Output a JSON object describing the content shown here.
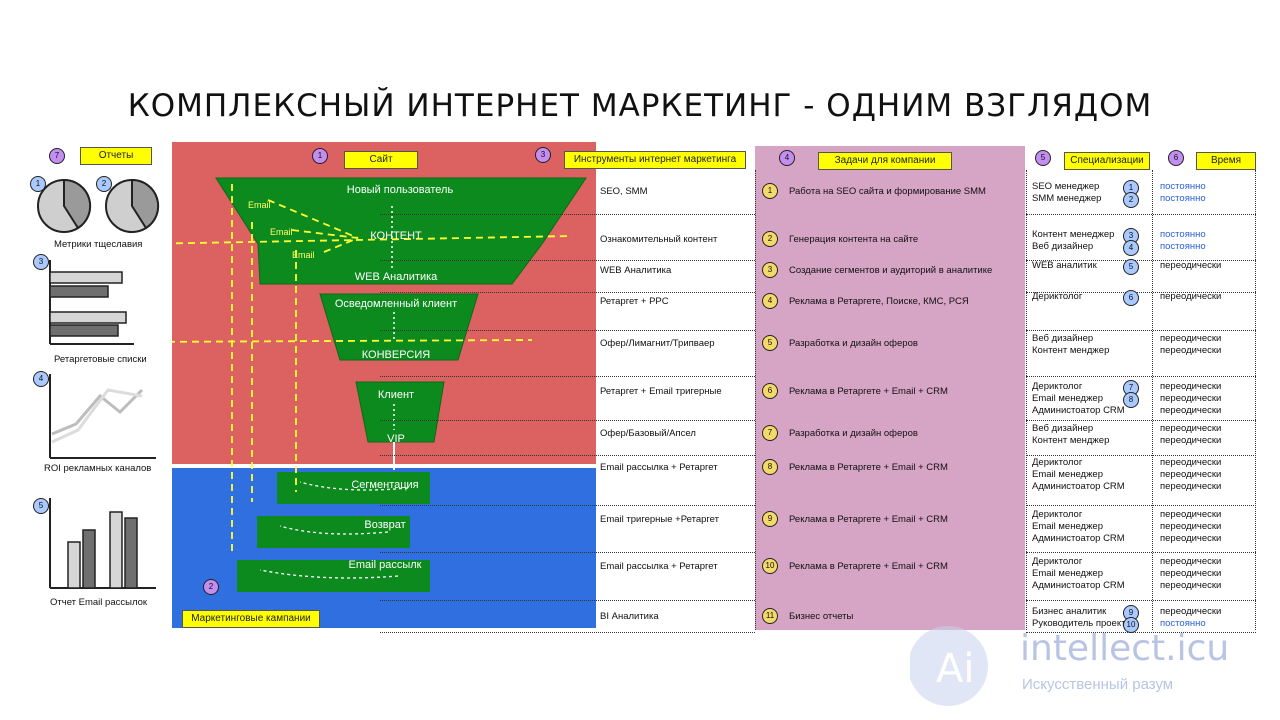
{
  "title": "КОМПЛЕКСНЫЙ ИНТЕРНЕТ МАРКЕТИНГ - ОДНИМ ВЗГЛЯДОМ",
  "section_tags": {
    "reports": "Отчеты",
    "site": "Сайт",
    "tools": "Инструменты интернет маркетинга",
    "tasks": "Задачи для компании",
    "specs": "Специализации",
    "time": "Время",
    "campaigns": "Маркетинговые кампании"
  },
  "section_numbers": {
    "reports": "7",
    "site": "1",
    "campaigns": "2",
    "tools": "3",
    "tasks": "4",
    "specs": "5",
    "time": "6"
  },
  "side_reports": {
    "badges": [
      "1",
      "2",
      "3",
      "4",
      "5"
    ],
    "metrics": "Метрики тщеславия",
    "retarget": "Ретаргетовые списки",
    "roi": "ROI рекламных каналов",
    "email": "Отчет Email рассылок"
  },
  "funnel": {
    "new_user": "Новый пользователь",
    "content": "КОНТЕНТ",
    "web_analytics": "WEB Аналитика",
    "aware_client": "Осведомленный клиент",
    "conversion": "КОНВЕРСИЯ",
    "client": "Клиент",
    "vip": "VIP",
    "email_labels": [
      "Email",
      "Email",
      "Email"
    ]
  },
  "campaigns": [
    "Сегментация",
    "Возврат",
    "Email рассылк"
  ],
  "rows": [
    {
      "tool": "SEO, SMM",
      "task_no": "1",
      "task": "Работа на SEO сайта и формирование SMM",
      "specs": [
        "SEO менеджер",
        "SMM менеджер"
      ],
      "spec_nos": [
        "1",
        "2"
      ],
      "time": [
        "постоянно",
        "постоянно"
      ],
      "time_blue": true
    },
    {
      "tool": "Ознакомительный контент",
      "task_no": "2",
      "task": "Генерация контента на сайте",
      "specs": [
        "Контент менеджер",
        "Веб дизайнер"
      ],
      "spec_nos": [
        "3",
        "4"
      ],
      "time": [
        "постоянно",
        "постоянно"
      ],
      "time_blue": true
    },
    {
      "tool": "WEB Аналитика",
      "task_no": "3",
      "task": "Создание сегментов и аудиторий в аналитике",
      "specs": [
        "WEB аналитик"
      ],
      "spec_nos": [
        "5"
      ],
      "time": [
        "переодически"
      ],
      "time_blue": false
    },
    {
      "tool": "Ретаргет + PPC",
      "task_no": "4",
      "task": "Реклама в Ретаргете, Поиске, КМС, РСЯ",
      "specs": [
        "Дериктолог"
      ],
      "spec_nos": [
        "6"
      ],
      "time": [
        "переодически"
      ],
      "time_blue": false
    },
    {
      "tool": "Офер/Лимагнит/Трипваер",
      "task_no": "5",
      "task": "Разработка и дизайн оферов",
      "specs": [
        "Веб дизайнер",
        "Контент менджер"
      ],
      "spec_nos": [],
      "time": [
        "переодически",
        "переодически"
      ],
      "time_blue": false
    },
    {
      "tool": "Ретаргет + Email тригерные",
      "task_no": "6",
      "task": "Реклама в Ретаргете + Email + CRM",
      "specs": [
        "Дериктолог",
        "Email менеджер",
        "Администоатор CRM"
      ],
      "spec_nos": [
        "7",
        "8"
      ],
      "time": [
        "переодически",
        "переодически",
        "переодически"
      ],
      "time_blue": false
    },
    {
      "tool": "Офер/Базовый/Апсел",
      "task_no": "7",
      "task": "Разработка и дизайн оферов",
      "specs": [
        "Веб дизайнер",
        "Контент менджер"
      ],
      "spec_nos": [],
      "time": [
        "переодически",
        "переодически"
      ],
      "time_blue": false
    },
    {
      "tool": "Email рассылка + Ретаргет",
      "task_no": "8",
      "task": "Реклама в Ретаргете + Email + CRM",
      "specs": [
        "Дериктолог",
        "Email менеджер",
        "Администоатор CRM"
      ],
      "spec_nos": [],
      "time": [
        "переодически",
        "переодически",
        "переодически"
      ],
      "time_blue": false
    },
    {
      "tool": "Email тригерные +Ретаргет",
      "task_no": "9",
      "task": "Реклама в Ретаргете + Email + CRM",
      "specs": [
        "Дериктолог",
        "Email менеджер",
        "Администоатор CRM"
      ],
      "spec_nos": [],
      "time": [
        "переодически",
        "переодически",
        "переодически"
      ],
      "time_blue": false
    },
    {
      "tool": "Email рассылка + Ретаргет",
      "task_no": "10",
      "task": "Реклама в Ретаргете + Email + CRM",
      "specs": [
        "Дериктолог",
        "Email менеджер",
        "Администоатор CRM"
      ],
      "spec_nos": [],
      "time": [
        "переодически",
        "переодически",
        "переодически"
      ],
      "time_blue": false
    },
    {
      "tool": "BI Аналитика",
      "task_no": "11",
      "task": "Бизнес отчеты",
      "specs": [
        "Бизнес аналитик",
        "Руководитель проекта"
      ],
      "spec_nos": [
        "9",
        "10"
      ],
      "time": [
        "переодически",
        "постоянно"
      ],
      "time_blue": false
    }
  ],
  "watermark": {
    "brand": "intellect.icu",
    "tagline": "Искусственный разум"
  },
  "colors": {
    "site_bg": "#dc6262",
    "campaign_bg": "#2f6fe0",
    "funnel": "#0c8a1e",
    "tasks_bg": "#d6a4c4",
    "tag": "#ffff00",
    "arrow": "#ffff33"
  }
}
